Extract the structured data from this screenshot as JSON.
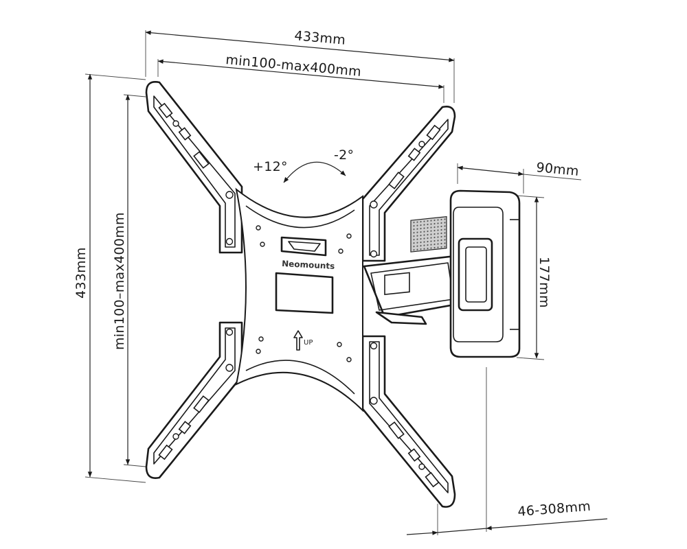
{
  "dimensions": {
    "overall_width": "433mm",
    "vesa_horizontal": "min100-max400mm",
    "overall_height": "433mm",
    "vesa_vertical": "min100–max400mm",
    "wall_plate_width": "90mm",
    "wall_plate_height": "177mm",
    "wall_distance": "46-308mm"
  },
  "tilt": {
    "up": "+12°",
    "down": "-2°"
  },
  "plate": {
    "brand": "Neomounts",
    "up_label": "UP"
  }
}
